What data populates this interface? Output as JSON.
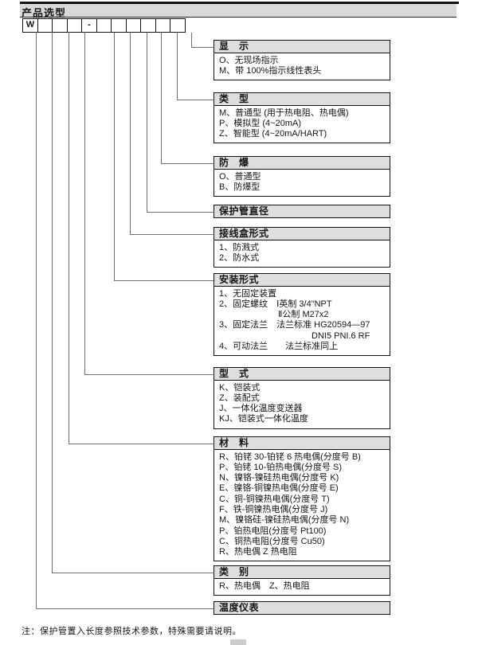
{
  "page": {
    "title": "产品选型",
    "note": "注：保护管置入长度参照技术参数，特殊需要请说明。"
  },
  "model_row": {
    "cells": [
      "W",
      "",
      "",
      "",
      "-",
      "",
      "",
      "",
      "",
      "",
      ""
    ]
  },
  "colors": {
    "border": "#111111",
    "header_fill": "#dedede",
    "title_band_fill": "#d9d9d9",
    "connector_line": "#6e6e6e"
  },
  "blocks": [
    {
      "id": "display",
      "label": "显　示",
      "items": [
        {
          "text": "O、无现场指示"
        },
        {
          "text": "M、带 100%指示线性表头"
        }
      ]
    },
    {
      "id": "type",
      "label": "类　型",
      "items": [
        {
          "text": "M、普通型 (用于热电阻、热电偶)"
        },
        {
          "text": "P、模拟型 (4~20mA)"
        },
        {
          "text": "Z、智能型 (4~20mA/HART)"
        }
      ]
    },
    {
      "id": "explosion-proof",
      "label": "防　爆",
      "items": [
        {
          "text": "O、普通型"
        },
        {
          "text": "B、防爆型"
        }
      ]
    },
    {
      "id": "protection-tube-diameter",
      "label": "保护管直径",
      "items": []
    },
    {
      "id": "junction-box-form",
      "label": "接线盒形式",
      "items": [
        {
          "text": "1、防溅式"
        },
        {
          "text": "2、防水式"
        }
      ]
    },
    {
      "id": "mounting-form",
      "label": "安装形式",
      "items": [
        {
          "text": "1、无固定装置"
        },
        {
          "text": "2、固定螺纹　Ⅰ英制 3/4\"NPT"
        },
        {
          "text": "Ⅱ公制 M27x2",
          "indent": 80
        },
        {
          "text": "3、固定法兰　法兰标准 HG20594—97"
        },
        {
          "text": "DNI5 PNI.6 RF",
          "indent": 122
        },
        {
          "text": "4、可动法兰　　法兰标准同上"
        }
      ]
    },
    {
      "id": "style",
      "label": "型　式",
      "items": [
        {
          "text": "K、铠装式"
        },
        {
          "text": "Z、装配式"
        },
        {
          "text": "J、一体化温度变送器"
        },
        {
          "text": "KJ、铠装式一体化温度"
        }
      ]
    },
    {
      "id": "material",
      "label": "材　料",
      "items": [
        {
          "text": "R、铂铑 30-铂铑 6 热电偶(分度号 B)"
        },
        {
          "text": "P、铂铑 10-铂热电偶(分度号 S)"
        },
        {
          "text": "N、镍铬-镍硅热电偶(分度号 K)"
        },
        {
          "text": "E、镍铬-铜镍热电偶(分度号 E)"
        },
        {
          "text": "C、铜-铜镍热电偶(分度号 T)"
        },
        {
          "text": "F、铁-铜镍热电偶(分度号 J)"
        },
        {
          "text": "M、镍铬硅-镍硅热电偶(分度号 N)"
        },
        {
          "text": "P、铂热电阻(分度号 Pt100)"
        },
        {
          "text": "C、铜热电阻(分度号 Cu50)"
        },
        {
          "text": "R、热电偶 Z 热电阻"
        }
      ]
    },
    {
      "id": "category",
      "label": "类　别",
      "items": [
        {
          "text": "R、热电偶　Z、热电阻"
        }
      ]
    },
    {
      "id": "temperature-instrument",
      "label": "温度仪表",
      "items": []
    }
  ]
}
